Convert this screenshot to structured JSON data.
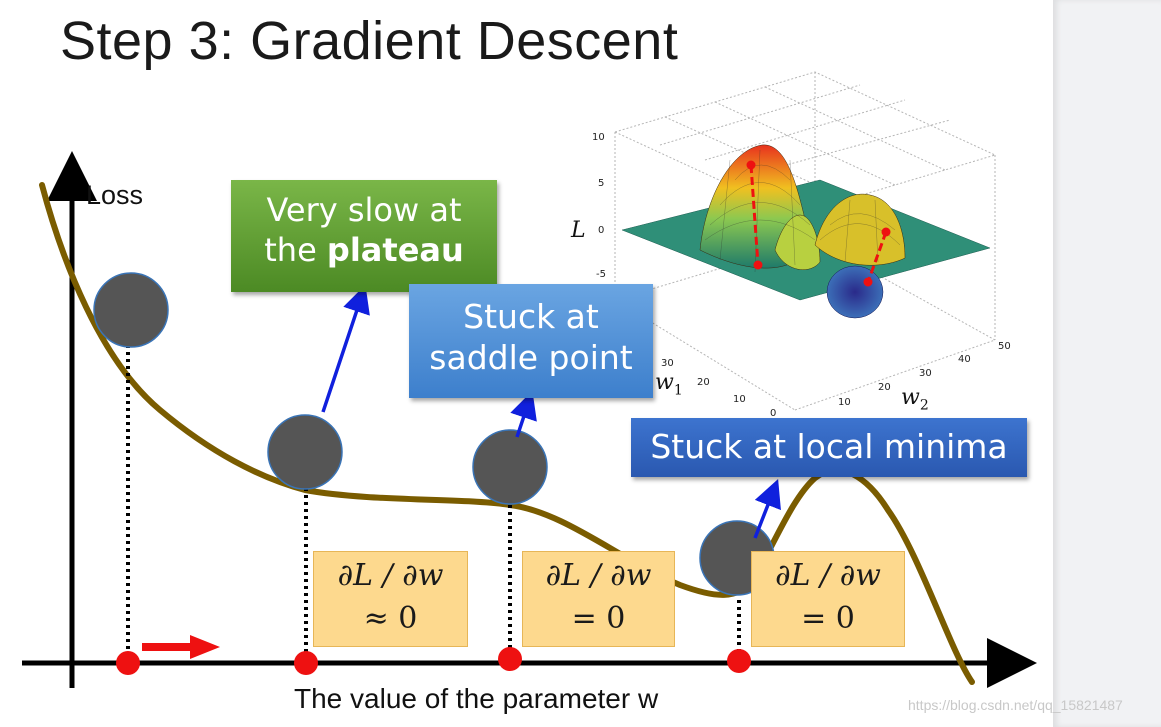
{
  "title": "Step 3: Gradient Descent",
  "axes": {
    "y_label": "Loss",
    "x_label": "The value of the parameter w"
  },
  "callouts": {
    "plateau_line1": "Very slow at",
    "plateau_prefix": "the ",
    "plateau_bold": "plateau",
    "saddle_line1": "Stuck at",
    "saddle_line2": "saddle point",
    "local_minima": "Stuck at local minima"
  },
  "formulas": {
    "f1_top": "∂L / ∂w",
    "f1_bottom": "≈ 0",
    "f2_top": "∂L / ∂w",
    "f2_bottom": "= 0",
    "f3_top": "∂L / ∂w",
    "f3_bottom": "= 0"
  },
  "surface": {
    "z_label": "L",
    "w1_label": "w",
    "w1_sub": "1",
    "w2_label": "w",
    "w2_sub": "2",
    "z_ticks": [
      "10",
      "5",
      "0",
      "-5"
    ],
    "w1_ticks": [
      "30",
      "20",
      "10",
      "0"
    ],
    "w2_ticks": [
      "10",
      "20",
      "30",
      "40",
      "50"
    ]
  },
  "watermark": "https://blog.csdn.net/qq_15821487",
  "colors": {
    "curve": "#7a5c00",
    "ball": "#555555",
    "point": "#ee1111",
    "arrow_blue": "#1020dd",
    "arrow_red": "#ee1111",
    "callout_green": "#5e9e32",
    "callout_blue": "#4a8ad6",
    "formula_bg": "#fdd98e"
  }
}
